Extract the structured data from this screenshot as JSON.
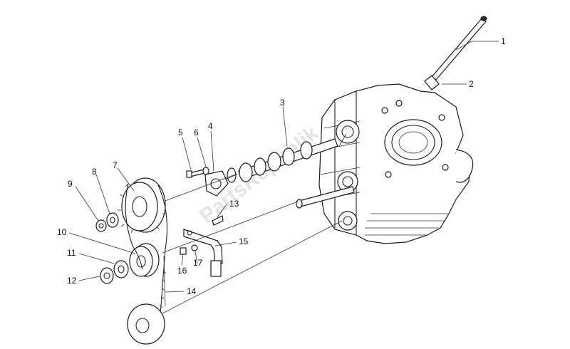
{
  "watermark": "PartsRepublik",
  "callouts": [
    {
      "id": "1",
      "label": "1"
    },
    {
      "id": "2",
      "label": "2"
    },
    {
      "id": "3",
      "label": "3"
    },
    {
      "id": "4",
      "label": "4"
    },
    {
      "id": "5",
      "label": "5"
    },
    {
      "id": "6",
      "label": "6"
    },
    {
      "id": "7",
      "label": "7"
    },
    {
      "id": "8",
      "label": "8"
    },
    {
      "id": "9",
      "label": "9"
    },
    {
      "id": "10",
      "label": "10"
    },
    {
      "id": "11",
      "label": "11"
    },
    {
      "id": "12",
      "label": "12"
    },
    {
      "id": "13",
      "label": "13"
    },
    {
      "id": "14",
      "label": "14"
    },
    {
      "id": "15",
      "label": "15"
    },
    {
      "id": "16",
      "label": "16"
    },
    {
      "id": "17",
      "label": "17"
    }
  ]
}
